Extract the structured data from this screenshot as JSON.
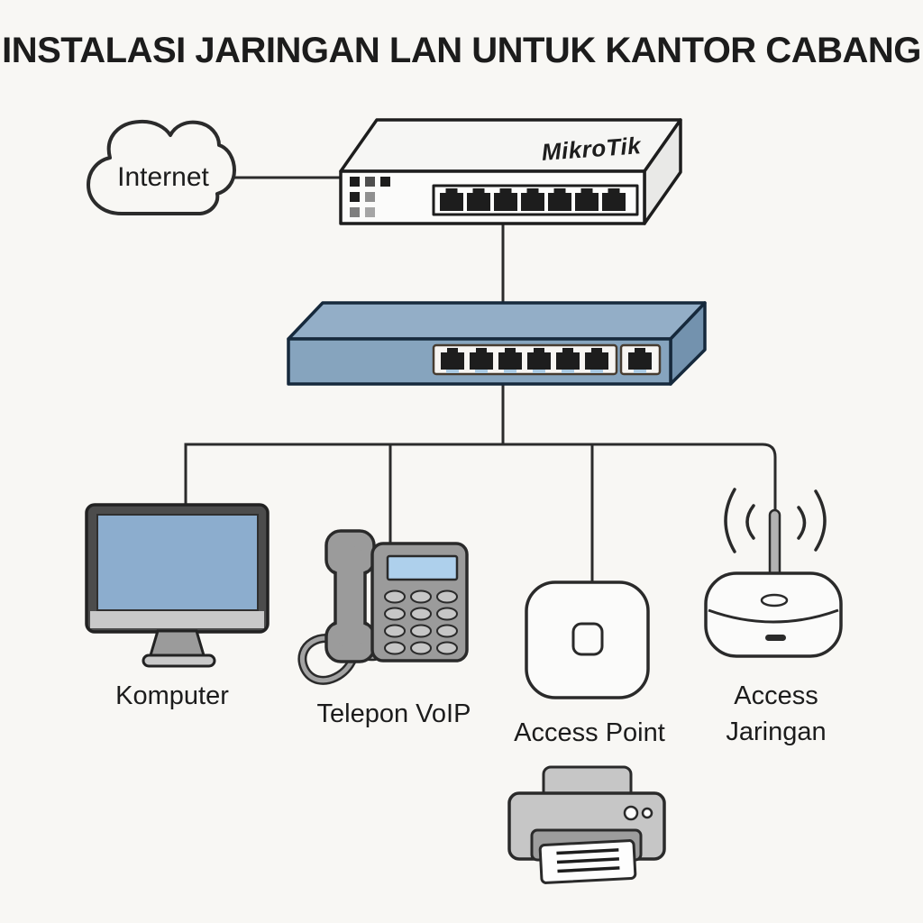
{
  "title": "INSTALASI JARINGAN LAN UNTUK KANTOR CABANG",
  "diagram": {
    "internet": {
      "label": "Internet"
    },
    "router": {
      "brand": "MikroTik",
      "port_count": 7
    },
    "switch": {
      "port_count": 7
    },
    "devices": {
      "komputer": {
        "label": "Komputer"
      },
      "telepon_voip": {
        "label": "Telepon VoIP"
      },
      "access_point": {
        "label": "Access Point"
      },
      "access_jaringan": {
        "label": "Access\nJaringan"
      },
      "printer": {
        "label": ""
      }
    },
    "colors": {
      "background": "#f8f7f4",
      "line": "#2b2b2b",
      "switch_front": "#86a4be",
      "switch_top": "#93aec7",
      "switch_side": "#7392ae",
      "monitor_screen": "#8cadce",
      "phone_screen": "#aed0ec",
      "device_gray": "#9b9b9b",
      "light_gray": "#c6c6c6",
      "port_black": "#1d1d1d",
      "port_tab_blue": "#a9c9e2"
    }
  }
}
